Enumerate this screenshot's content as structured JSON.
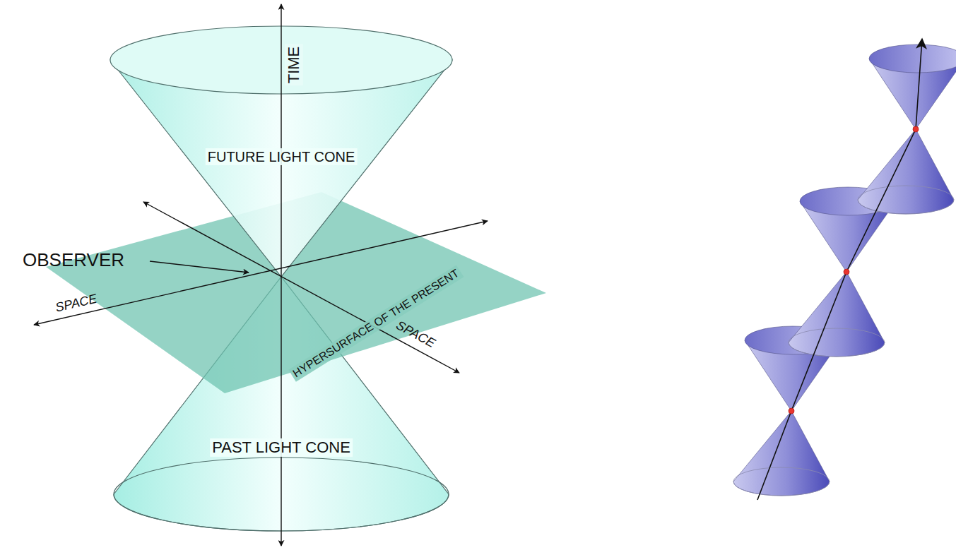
{
  "diagram": {
    "labels": [
      "TIME",
      "FUTURE LIGHT CONE",
      "OBSERVER",
      "SPACE",
      "HYPERSURFACE OF THE PRESENT",
      "SPACE",
      "PAST LIGHT CONE"
    ]
  }
}
